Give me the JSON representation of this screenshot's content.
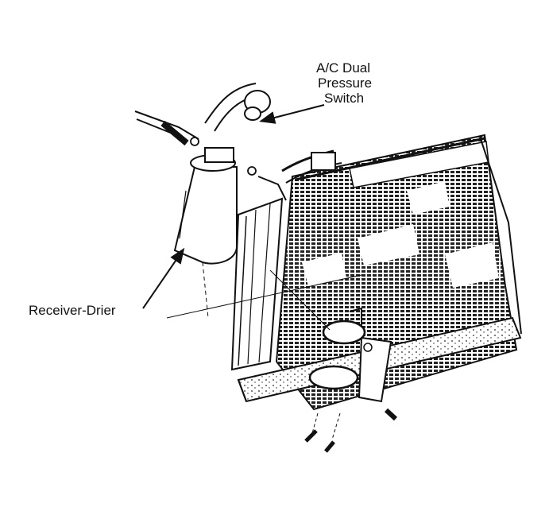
{
  "labels": {
    "switch_line1": "A/C Dual",
    "switch_line2": "Pressure",
    "switch_line3": "Switch",
    "drier": "Receiver-Drier"
  },
  "colors": {
    "ink": "#111111",
    "paper": "#ffffff",
    "core_fill": "#3a3a3a"
  }
}
